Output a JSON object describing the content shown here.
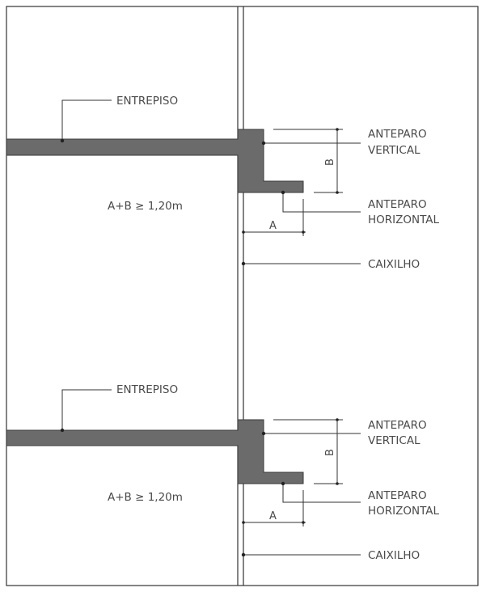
{
  "floors": [
    {
      "slab_label": "ENTREPISO",
      "vertical_label": [
        "ANTEPARO",
        "VERTICAL"
      ],
      "horizontal_label": [
        "ANTEPARO",
        "HORIZONTAL"
      ],
      "window_label": "CAIXILHO",
      "dim_a": "A",
      "dim_b": "B",
      "formula": "A+B ≥ 1,20m"
    },
    {
      "slab_label": "ENTREPISO",
      "vertical_label": [
        "ANTEPARO",
        "VERTICAL"
      ],
      "horizontal_label": [
        "ANTEPARO",
        "HORIZONTAL"
      ],
      "window_label": "CAIXILHO",
      "dim_a": "A",
      "dim_b": "B",
      "formula": "A+B ≥ 1,20m"
    }
  ],
  "colors": {
    "slab": "#6b6b6b",
    "line": "#333333",
    "text": "#4a4a4a"
  }
}
